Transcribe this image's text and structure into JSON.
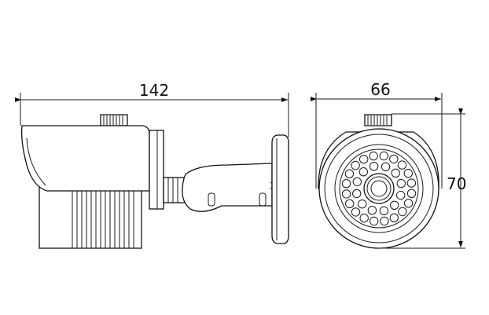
{
  "dimensions": {
    "length": "142",
    "width": "66",
    "height": "70"
  }
}
